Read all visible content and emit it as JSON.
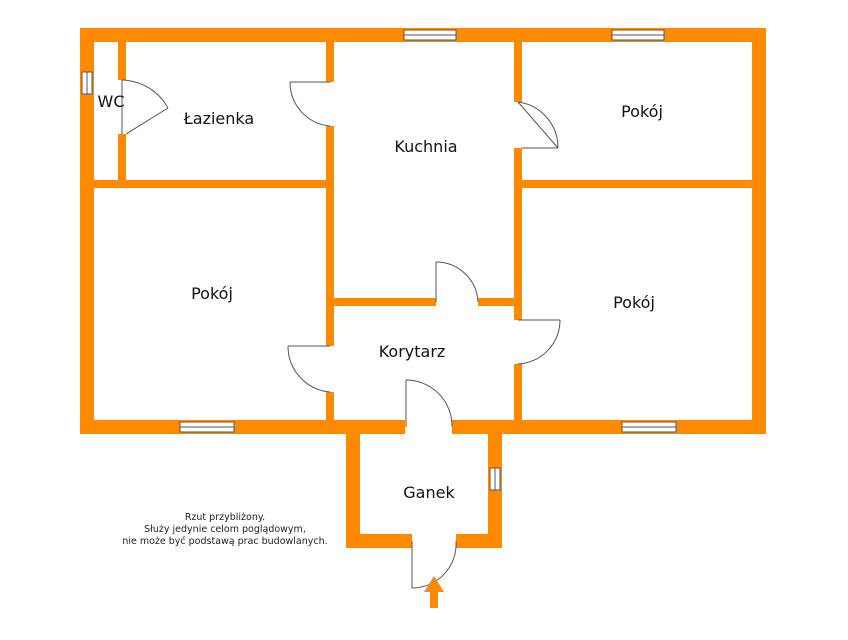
{
  "colors": {
    "wall": "#ff8a00",
    "door_line": "#555555",
    "text": "#111111"
  },
  "rooms": {
    "wc": "WC",
    "lazienka": "Łazienka",
    "kuchnia": "Kuchnia",
    "pokoj_ne": "Pokój",
    "pokoj_w": "Pokój",
    "pokoj_e": "Pokój",
    "korytarz": "Korytarz",
    "ganek": "Ganek"
  },
  "note": {
    "line1": "Rzut przybliżony.",
    "line2": "Służy jedynie celom poglądowym,",
    "line3": "nie może być podstawą prac budowlanych."
  },
  "entrance_icon": "up-arrow-icon"
}
